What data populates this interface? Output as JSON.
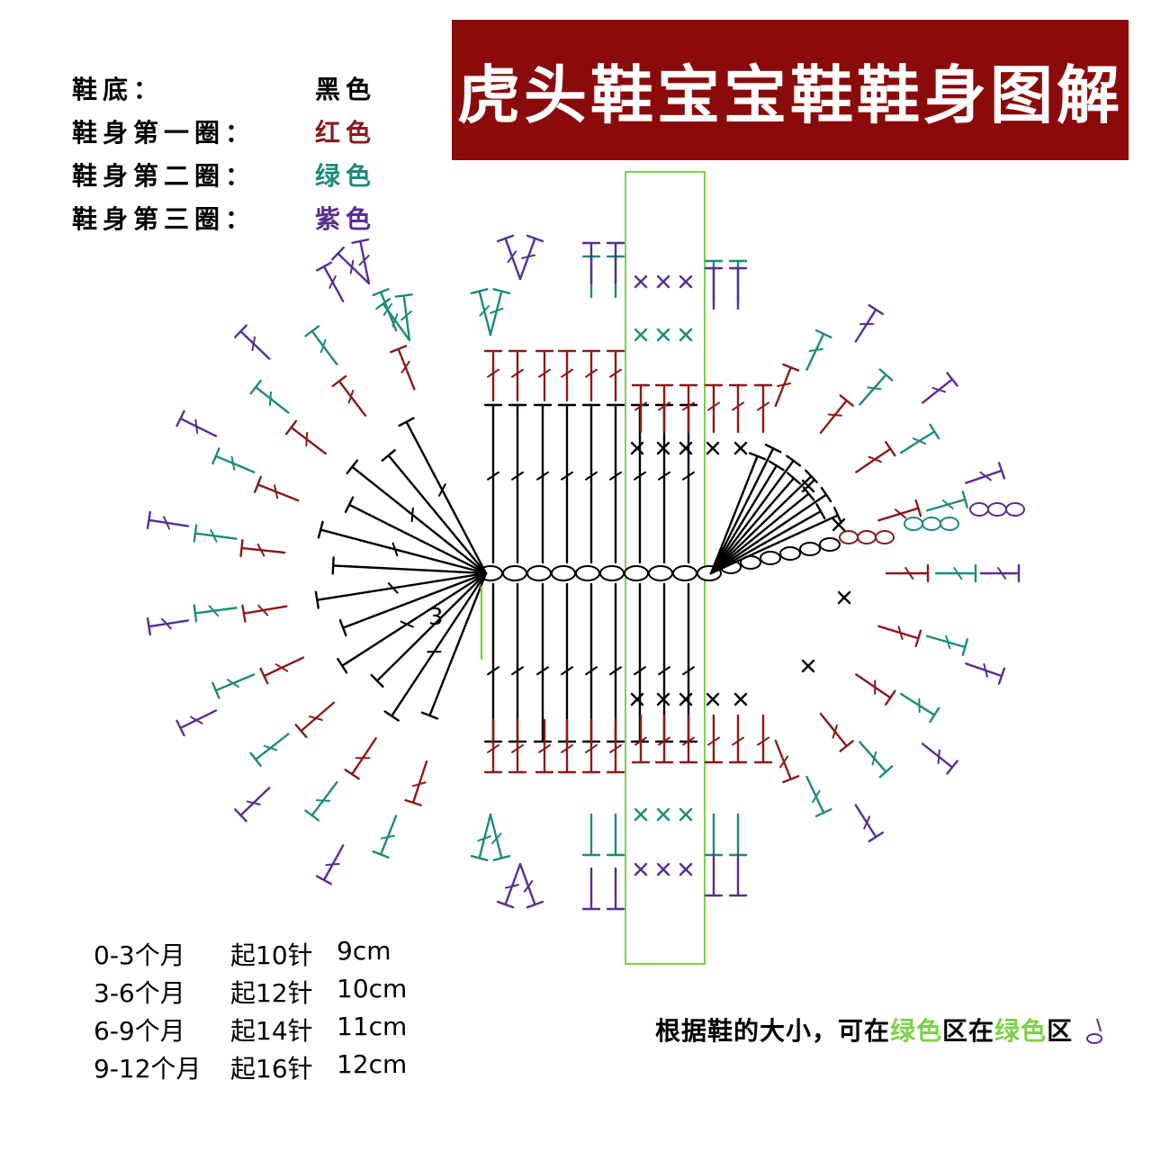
{
  "title": "虎头鞋宝宝鞋鞋身图解",
  "legend": [
    {
      "label": "鞋底：",
      "color_name": "黑色",
      "color": "#000000"
    },
    {
      "label": "鞋身第一圈：",
      "color_name": "红色",
      "color": "#8b1a1a"
    },
    {
      "label": "鞋身第二圈：",
      "color_name": "绿色",
      "color": "#1e8a7a"
    },
    {
      "label": "鞋身第三圈：",
      "color_name": "紫色",
      "color": "#5a2d91"
    }
  ],
  "sizes": [
    {
      "age": "0-3个月",
      "start": "起10针",
      "length": "9cm"
    },
    {
      "age": "3-6个月",
      "start": "起12针",
      "length": "10cm"
    },
    {
      "age": "6-9个月",
      "start": "起14针",
      "length": "11cm"
    },
    {
      "age": "9-12个月",
      "start": "起16针",
      "length": "12cm"
    }
  ],
  "note": {
    "part1": "根据鞋的大小，可在",
    "hl1": "绿色",
    "part2": "区在",
    "hl2": "绿色",
    "part3": "区"
  },
  "diagram": {
    "chain_count": 10,
    "row_marker": "3",
    "colors": {
      "sole": "#000000",
      "round1": "#8b1a1a",
      "round2": "#1e8a7a",
      "round3": "#5a2d91",
      "highlight": "#7cd04a",
      "banner": "#8b0b0b"
    }
  }
}
